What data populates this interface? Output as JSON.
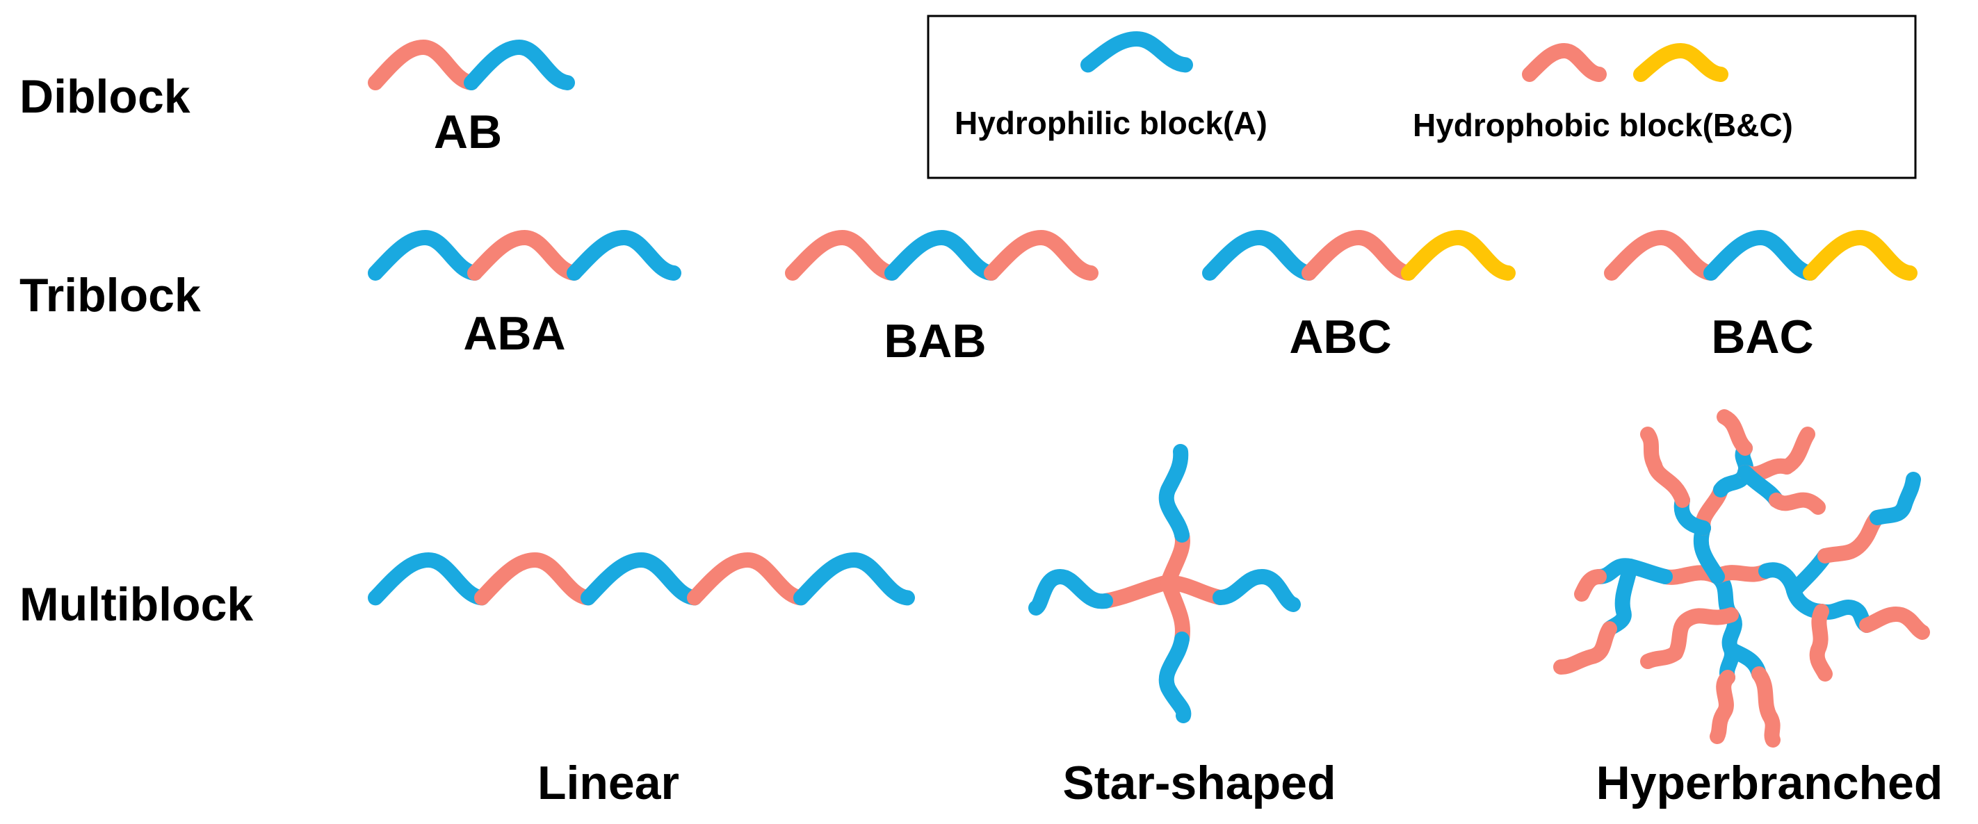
{
  "colors": {
    "hydrophilic": "#1aa9e0",
    "hydrophobic_b": "#f68375",
    "hydrophobic_c": "#ffc505",
    "text": "#000000",
    "background": "#ffffff"
  },
  "rows": {
    "diblock": "Diblock",
    "triblock": "Triblock",
    "multiblock": "Multiblock"
  },
  "legend": {
    "hydrophilic": "Hydrophilic block(A)",
    "hydrophobic": "Hydrophobic block(B&C)"
  },
  "diblock": {
    "label": "AB",
    "blocks": [
      "B",
      "A"
    ]
  },
  "triblocks": [
    {
      "label": "ABA",
      "blocks": [
        "A",
        "B",
        "A"
      ]
    },
    {
      "label": "BAB",
      "blocks": [
        "B",
        "A",
        "B"
      ]
    },
    {
      "label": "ABC",
      "blocks": [
        "A",
        "B",
        "C"
      ]
    },
    {
      "label": "BAC",
      "blocks": [
        "B",
        "A",
        "C"
      ]
    }
  ],
  "multiblock": {
    "blocks": [
      "A",
      "B",
      "A",
      "B",
      "A"
    ]
  },
  "architectures": {
    "linear": "Linear",
    "star": "Star-shaped",
    "hyperbranched": "Hyperbranched"
  }
}
